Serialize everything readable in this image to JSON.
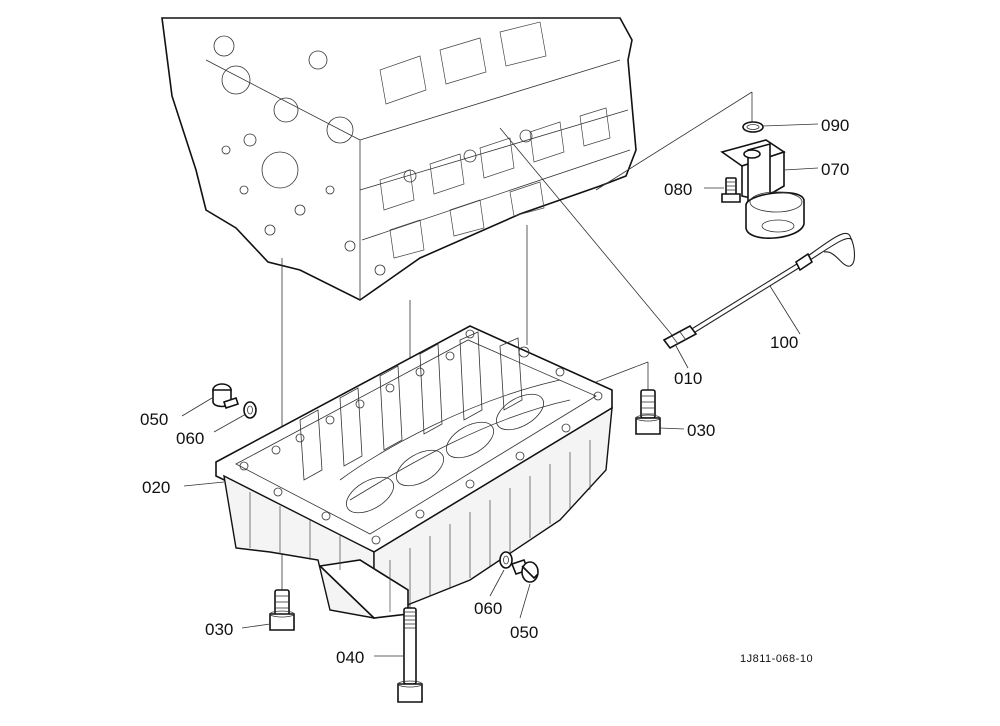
{
  "diagram": {
    "callouts": [
      {
        "key": "p090",
        "label": "090"
      },
      {
        "key": "p070",
        "label": "070"
      },
      {
        "key": "p080",
        "label": "080"
      },
      {
        "key": "p100",
        "label": "100"
      },
      {
        "key": "p010",
        "label": "010"
      },
      {
        "key": "p030a",
        "label": "030"
      },
      {
        "key": "p050a",
        "label": "050"
      },
      {
        "key": "p060a",
        "label": "060"
      },
      {
        "key": "p020",
        "label": "020"
      },
      {
        "key": "p030b",
        "label": "030"
      },
      {
        "key": "p060b",
        "label": "060"
      },
      {
        "key": "p050b",
        "label": "050"
      },
      {
        "key": "p040",
        "label": "040"
      }
    ],
    "drawing_code": "1J811-068-10"
  }
}
